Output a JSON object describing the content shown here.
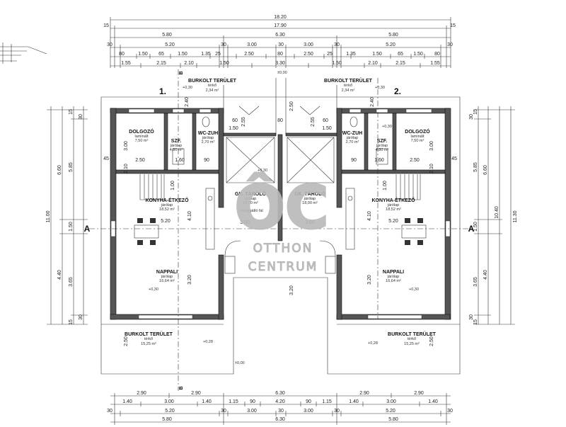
{
  "colors": {
    "wall": "#555555",
    "line": "#333333",
    "watermark": "#b9b9b9",
    "background": "#ffffff"
  },
  "top_dims": {
    "row1": [
      "18.20"
    ],
    "row2": [
      "15",
      "17.90",
      "15"
    ],
    "row3": [
      "5.80",
      "6.30",
      "5.80"
    ],
    "row4": [
      "30",
      "5.20",
      "30",
      "3.00",
      "30",
      "3.00",
      "30",
      "5.20",
      "30"
    ],
    "row5": [
      "80",
      "1.50",
      "65",
      "1.50",
      "1.35",
      "25",
      "2.50",
      "80",
      "2.50",
      "25",
      "1.35",
      "1.50",
      "65",
      "1.50",
      "80"
    ],
    "row6": [
      "1.55",
      "2.15",
      "2.10",
      "1.50",
      "3.30",
      "1.50",
      "2.10",
      "2.15",
      "1.55"
    ]
  },
  "bottom_dims": {
    "row1": [
      "2.90",
      "2.90",
      "6.30",
      "2.90",
      "2.90"
    ],
    "row2": [
      "1.40",
      "3.00",
      "1.40",
      "1.15",
      "90",
      "4.20",
      "90",
      "1.15",
      "1.40",
      "3.00",
      "1.40"
    ],
    "row3": [
      "30",
      "5.20",
      "30",
      "3.00",
      "30",
      "3.00",
      "30",
      "5.20",
      "30"
    ],
    "row4": [
      "5.80",
      "6.30",
      "5.80"
    ]
  },
  "left_dims": {
    "outer": "11.00",
    "mid": [
      "6.60",
      "4.40"
    ],
    "inner": [
      "15",
      "30",
      "5.85",
      "1.50",
      "3.65",
      "30",
      "15"
    ]
  },
  "right_dims": {
    "outer": "11.30",
    "mid": [
      "6.60",
      "10.40",
      "4.40"
    ],
    "inner": [
      "15",
      "30",
      "5.85",
      "1.50",
      "3.65",
      "30",
      "15"
    ]
  },
  "units": [
    "1.",
    "2."
  ],
  "section_marks": {
    "b": "B",
    "a": "A"
  },
  "levels": {
    "zero": "±0,00",
    "floor": "+0,30",
    "terrace": "+0,28"
  },
  "rooms": {
    "burkolt_top": {
      "name": "BURKOLT TERÜLET",
      "finish": "térkő",
      "area": "2,34 m²"
    },
    "dolgozo": {
      "name": "DOLGOZÓ",
      "finish": "laminált",
      "area": "7,50 m²"
    },
    "szf": {
      "name": "SZF.",
      "finish": "járólap",
      "area": "4,80 m²"
    },
    "wczuh": {
      "name": "WC-ZUH",
      "finish": "járólap",
      "area": "2,70 m²"
    },
    "konyha": {
      "name": "KONYHA-ÉTKEZŐ",
      "finish": "járólap",
      "area": "18,52 m²"
    },
    "nappali": {
      "name": "NAPPALI",
      "finish": "járólap",
      "area": "16,64 m²"
    },
    "gk": {
      "name": "GK. TÁROLÓ",
      "finish": "járólap",
      "area": "18,00 m²"
    },
    "burkolt_bottom": {
      "name": "BURKOLT TERÜLET",
      "finish": "térkő",
      "area": "15,25 m²"
    },
    "wall_note": "hanggátló fal"
  },
  "interior_dims": {
    "d300": "3.00",
    "d250": "2.50",
    "d210": "2.10",
    "d520": "5.20",
    "d410": "4.10",
    "d160": "1.60",
    "d90": "90",
    "d45": "45",
    "d60": "60",
    "d80": "80",
    "d150": "1.50",
    "d240": "2.40",
    "d100": "1.00",
    "d320": "3.20",
    "d30": "30",
    "d255": "2.55"
  },
  "watermark": {
    "logo": "ÔC",
    "line1": "OTTHON",
    "line2": "CENTRUM"
  }
}
